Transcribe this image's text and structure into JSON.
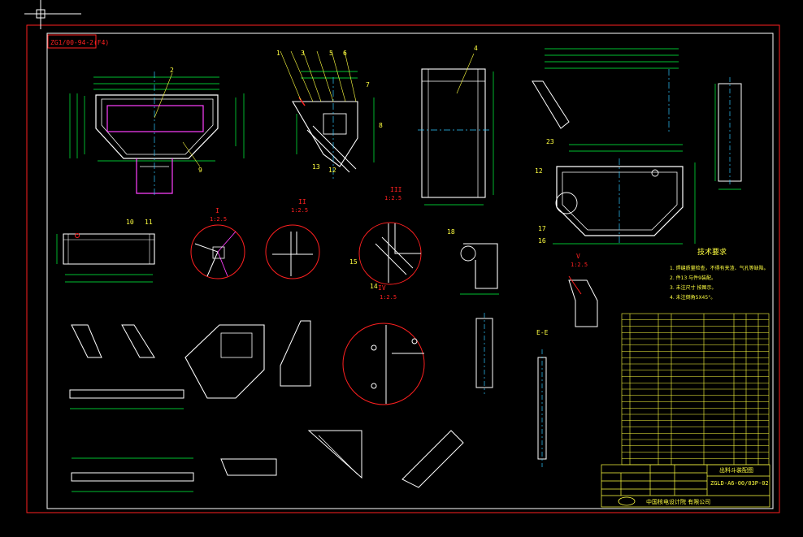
{
  "colors": {
    "background": "#000000",
    "frame_red": "#ff2020",
    "line_white": "#ffffff",
    "dim_green": "#00ff40",
    "label_yellow": "#ffff40",
    "center_cyan": "#30c8ff",
    "accent_magenta": "#ff40ff",
    "table_yellow": "#ffff40"
  },
  "stamp": {
    "code": "ZG1/00-94-2(F4)"
  },
  "callouts": {
    "main_parts": [
      "1",
      "2",
      "3",
      "4",
      "5",
      "6",
      "7",
      "8",
      "9",
      "10",
      "11",
      "12"
    ],
    "view_e": [
      "12",
      "17",
      "16",
      "23"
    ],
    "misc": [
      "13",
      "14",
      "15",
      "18"
    ]
  },
  "views": {
    "section_i": {
      "name": "I",
      "scale": "1:2.5"
    },
    "section_ii": {
      "name": "II",
      "scale": "1:2.5"
    },
    "section_iii": {
      "name": "III",
      "scale": "1:2.5"
    },
    "section_iv": {
      "name": "IV",
      "scale": "1:2.5"
    },
    "section_v": {
      "name": "V",
      "scale": "1:2.5"
    },
    "section_ee": {
      "name": "E-E"
    }
  },
  "tech_notes": {
    "heading": "技术要求",
    "lines": [
      "1. 焊缝质量检查，不得有夹渣、气孔等缺陷。",
      "2. 件13 与件9装配。",
      "3. 未注尺寸 按图示。",
      "4. 未注倒角5X45°。"
    ]
  },
  "title_block": {
    "drawing_no": "ZGLD-A6-00/03P-02",
    "company": "中国核电设计院 有限公司",
    "part_name": "出料斗装配图"
  },
  "parts_table": {
    "row_count": 24
  }
}
